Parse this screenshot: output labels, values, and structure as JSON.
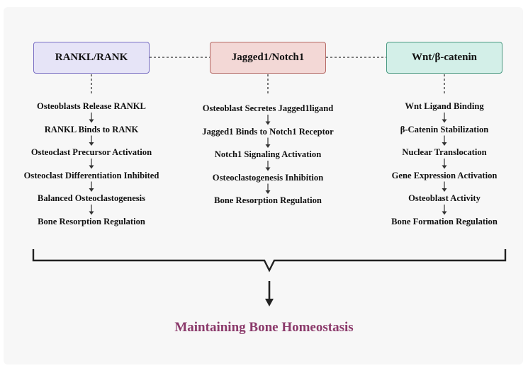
{
  "pathways": [
    {
      "title": "RANKL/RANK",
      "fill": "#e6e4f7",
      "border": "#7a6fc4",
      "steps": [
        "Osteoblasts Release RANKL",
        "RANKL Binds to RANK",
        "Osteoclast Precursor Activation",
        "Osteoclast Differentiation Inhibited",
        "Balanced Osteoclastogenesis",
        "Bone Resorption Regulation"
      ]
    },
    {
      "title": "Jagged1/Notch1",
      "fill": "#f3d8d6",
      "border": "#b56a66",
      "steps": [
        "Osteoblast Secretes Jagged1ligand",
        "Jagged1 Binds to Notch1 Receptor",
        "Notch1 Signaling Activation",
        "Osteoclastogenesis Inhibition",
        "Bone Resorption Regulation"
      ]
    },
    {
      "title": "Wnt/β-catenin",
      "fill": "#d3efe8",
      "border": "#4a9a82",
      "steps": [
        "Wnt Ligand Binding",
        "β-Catenin Stabilization",
        "Nuclear Translocation",
        "Gene Expression Activation",
        "Osteoblast Activity",
        "Bone Formation Regulation"
      ]
    }
  ],
  "outcome": "Maintaining Bone Homeostasis",
  "colors": {
    "outcome_text": "#8b3a6b",
    "connector": "#333333"
  }
}
